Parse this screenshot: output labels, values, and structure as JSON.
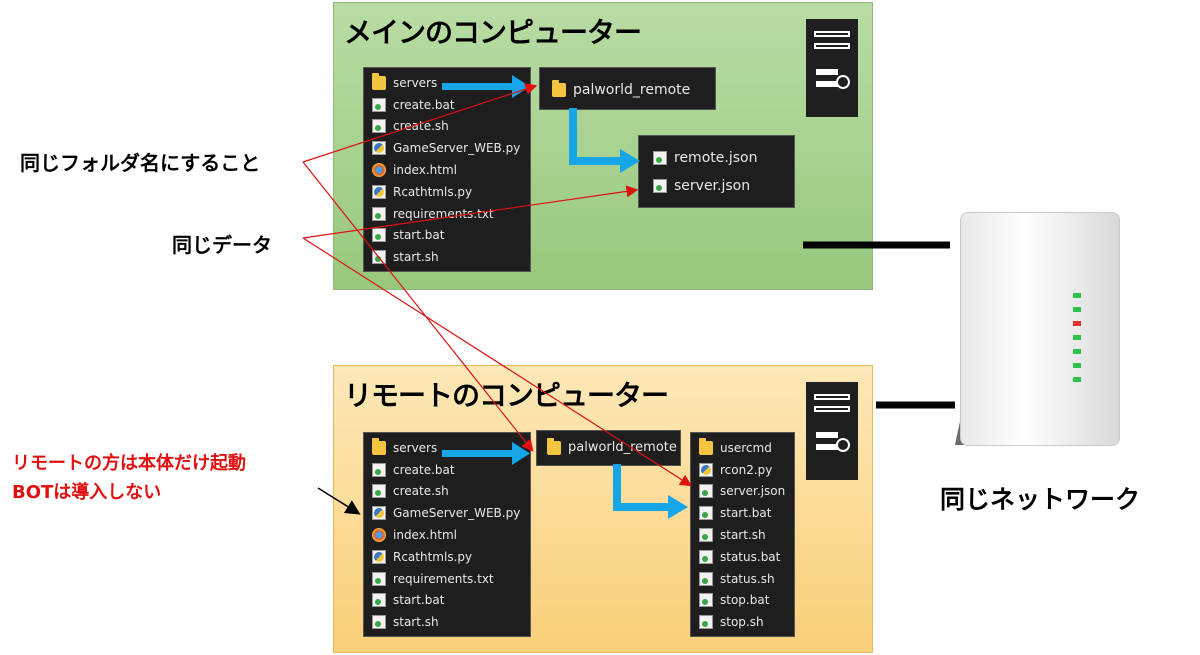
{
  "main_panel": {
    "title": "メインのコンピューター"
  },
  "remote_panel": {
    "title": "リモートのコンピューター"
  },
  "main_file_list": [
    {
      "name": "servers",
      "icon": "folder-icon"
    },
    {
      "name": "create.bat",
      "icon": "file-icon"
    },
    {
      "name": "create.sh",
      "icon": "file-icon"
    },
    {
      "name": "GameServer_WEB.py",
      "icon": "python-icon"
    },
    {
      "name": "index.html",
      "icon": "html-icon"
    },
    {
      "name": "Rcathtmls.py",
      "icon": "python-icon"
    },
    {
      "name": "requirements.txt",
      "icon": "file-icon"
    },
    {
      "name": "start.bat",
      "icon": "file-icon"
    },
    {
      "name": "start.sh",
      "icon": "file-icon"
    }
  ],
  "main_folder": {
    "name": "palworld_remote"
  },
  "main_json_files": [
    {
      "name": "remote.json",
      "icon": "json-icon"
    },
    {
      "name": "server.json",
      "icon": "json-icon"
    }
  ],
  "remote_file_list": [
    {
      "name": "servers",
      "icon": "folder-icon"
    },
    {
      "name": "create.bat",
      "icon": "file-icon"
    },
    {
      "name": "create.sh",
      "icon": "file-icon"
    },
    {
      "name": "GameServer_WEB.py",
      "icon": "python-icon"
    },
    {
      "name": "index.html",
      "icon": "html-icon"
    },
    {
      "name": "Rcathtmls.py",
      "icon": "python-icon"
    },
    {
      "name": "requirements.txt",
      "icon": "file-icon"
    },
    {
      "name": "start.bat",
      "icon": "file-icon"
    },
    {
      "name": "start.sh",
      "icon": "file-icon"
    }
  ],
  "remote_folder": {
    "name": "palworld_remote"
  },
  "remote_sub_files": [
    {
      "name": "usercmd",
      "icon": "folder-icon"
    },
    {
      "name": "rcon2.py",
      "icon": "python-icon"
    },
    {
      "name": "server.json",
      "icon": "json-icon"
    },
    {
      "name": "start.bat",
      "icon": "file-icon"
    },
    {
      "name": "start.sh",
      "icon": "file-icon"
    },
    {
      "name": "status.bat",
      "icon": "file-icon"
    },
    {
      "name": "status.sh",
      "icon": "file-icon"
    },
    {
      "name": "stop.bat",
      "icon": "file-icon"
    },
    {
      "name": "stop.sh",
      "icon": "file-icon"
    }
  ],
  "annotations": {
    "same_folder": "同じフォルダ名にすること",
    "same_data": "同じデータ",
    "remote_note_line1": "リモートの方は本体だけ起動",
    "remote_note_line2": "BOTは導入しない",
    "same_network": "同じネットワーク"
  },
  "colors": {
    "arrow_blue": "#16a6e8",
    "arrow_red": "#e01010",
    "main_panel_bg": "#a8d48f",
    "remote_panel_bg": "#fbd98c",
    "list_bg": "#1e1e1e"
  }
}
